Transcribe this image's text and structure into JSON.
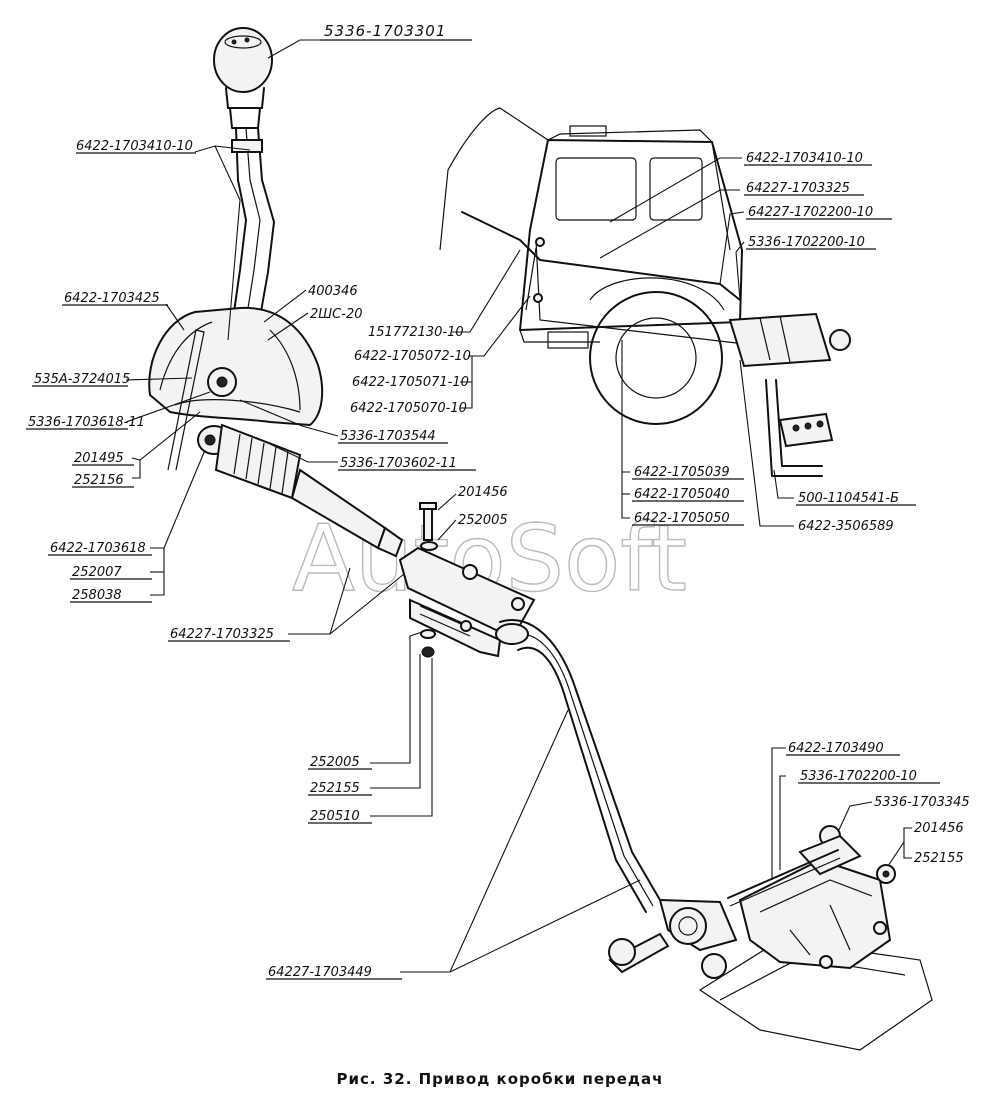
{
  "watermark": "AutoSoft",
  "caption": "Рис. 32. Привод коробки передач",
  "labels": [
    "5336-1703301",
    "6422-1703410-10",
    "6422-1703425",
    "400346",
    "2ШС-20",
    "535А-3724015",
    "5336-1703618-11",
    "201495",
    "252156",
    "5336-1703544",
    "5336-1703602-11",
    "6422-1703618",
    "252007",
    "258038",
    "201456",
    "252005",
    "64227-1703325",
    "252005",
    "252155",
    "250510",
    "64227-1703449",
    "6422-1703410-10",
    "64227-1703325",
    "64227-1702200-10",
    "5336-1702200-10",
    "151772130-10",
    "6422-1705072-10",
    "6422-1705071-10",
    "6422-1705070-10",
    "6422-1705039",
    "6422-1705040",
    "6422-1705050",
    "500-1104541-Б",
    "6422-3506589",
    "6422-1703490",
    "5336-1702200-10",
    "5336-1703345",
    "201456",
    "252155"
  ]
}
